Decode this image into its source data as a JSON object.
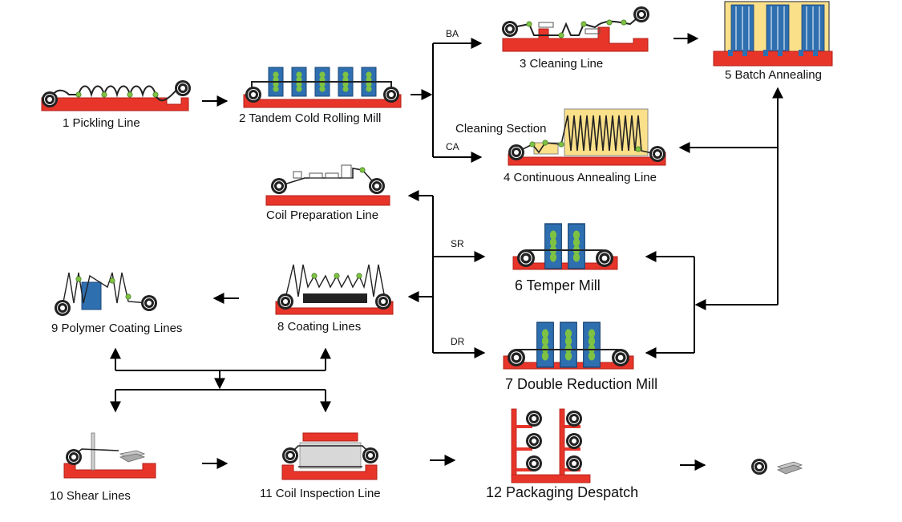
{
  "labels": {
    "pickling": "1  Pickling Line",
    "tandem": "2  Tandem Cold Rolling Mill",
    "cleaning": "3  Cleaning Line",
    "continuous": "4  Continuous Annealing Line",
    "batch": "5  Batch Annealing",
    "temper": "6  Temper Mill",
    "double": "7  Double Reduction Mill",
    "coating": "8  Coating Lines",
    "polymer": "9  Polymer Coating Lines",
    "shear": "10  Shear Lines",
    "inspection": "11  Coil Inspection Line",
    "packaging": "12  Packaging Despatch",
    "coil_prep": "Coil Preparation Line",
    "cleaning_section": "Cleaning Section"
  },
  "branch_labels": {
    "ba": "BA",
    "ca": "CA",
    "sr": "SR",
    "dr": "DR"
  },
  "colors": {
    "base": "#e8352a",
    "roll_housing": "#2e6fb0",
    "roller": "#7dc242",
    "furnace": "#fbe08a",
    "coil": "#222222",
    "arrow": "#000000"
  }
}
